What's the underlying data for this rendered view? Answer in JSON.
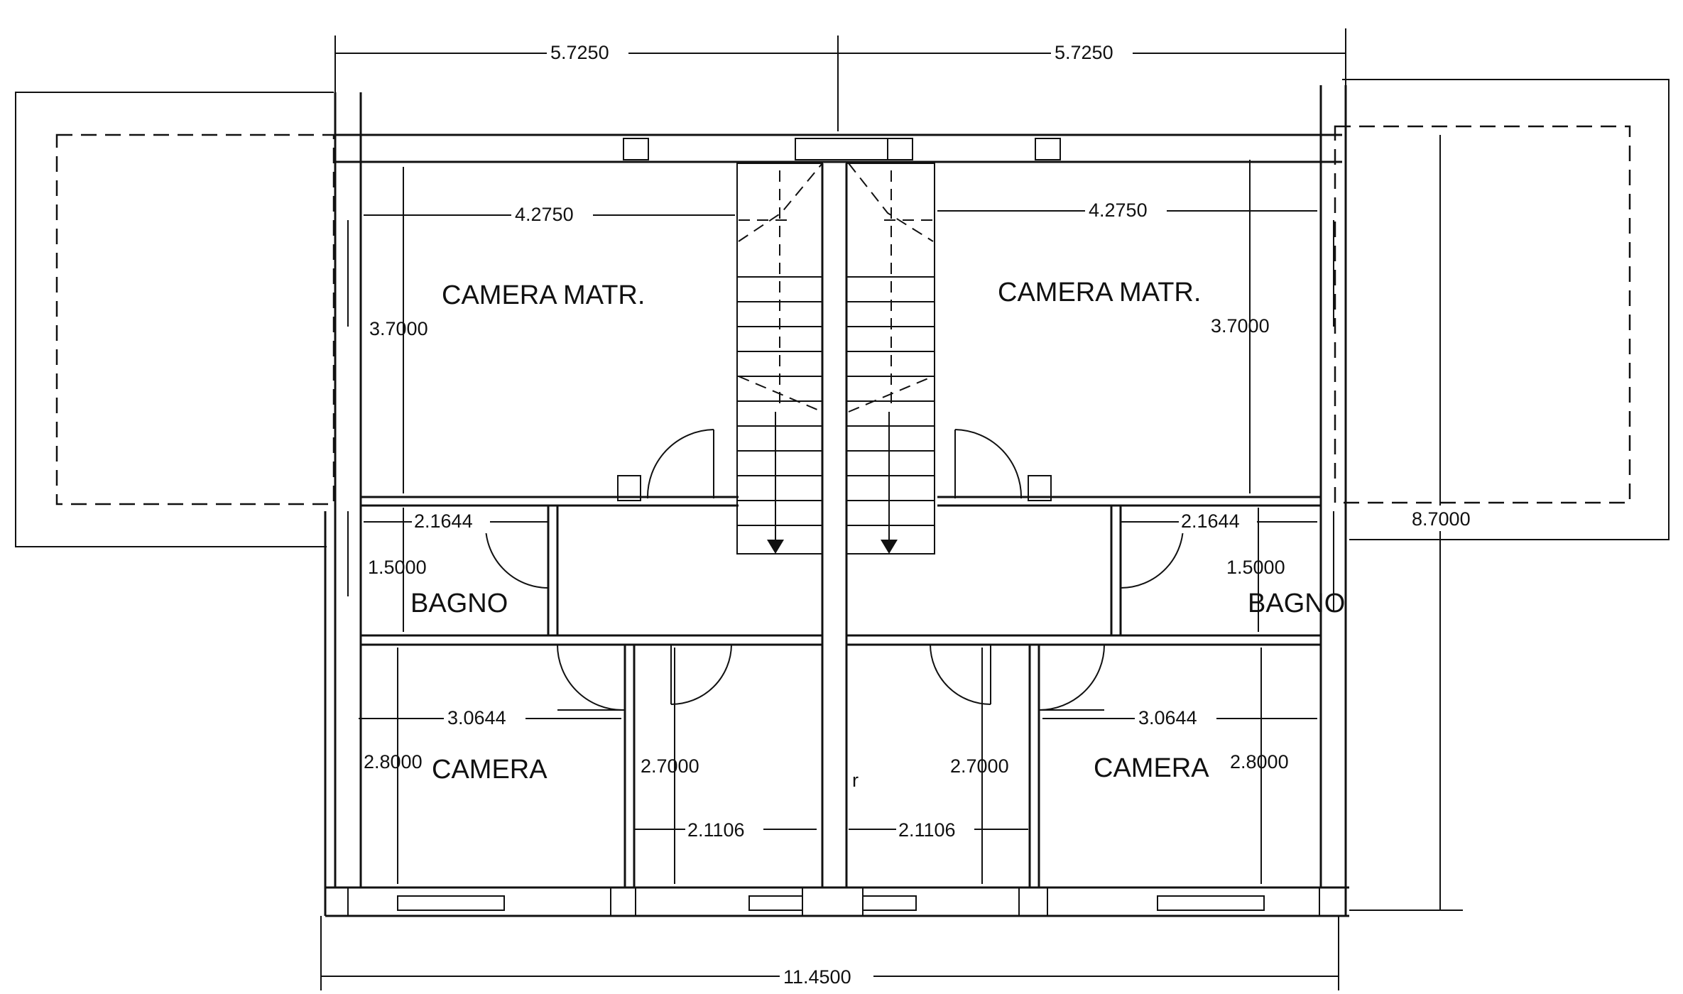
{
  "rooms": {
    "bedroom_master_left": "CAMERA MATR.",
    "bedroom_master_right": "CAMERA MATR.",
    "bathroom_left": "BAGNO",
    "bathroom_right": "BAGNO",
    "bedroom_left": "CAMERA",
    "bedroom_right": "CAMERA",
    "corridor_mark": "r"
  },
  "dimensions": {
    "top_left": "5.7250",
    "top_right": "5.7250",
    "master_width_left": "4.2750",
    "master_width_right": "4.2750",
    "master_depth_left": "3.7000",
    "master_depth_right": "3.7000",
    "bath_width_left": "2.1644",
    "bath_width_right": "2.1644",
    "bath_depth_left": "1.5000",
    "bath_depth_right": "1.5000",
    "bed_width_left": "3.0644",
    "bed_width_right": "3.0644",
    "bed_depth_left": "2.8000",
    "bed_depth_right": "2.8000",
    "hall_depth_left": "2.7000",
    "hall_depth_right": "2.7000",
    "hall_width_left": "2.1106",
    "hall_width_right": "2.1106",
    "overall_depth": "8.7000",
    "overall_width": "11.4500"
  }
}
